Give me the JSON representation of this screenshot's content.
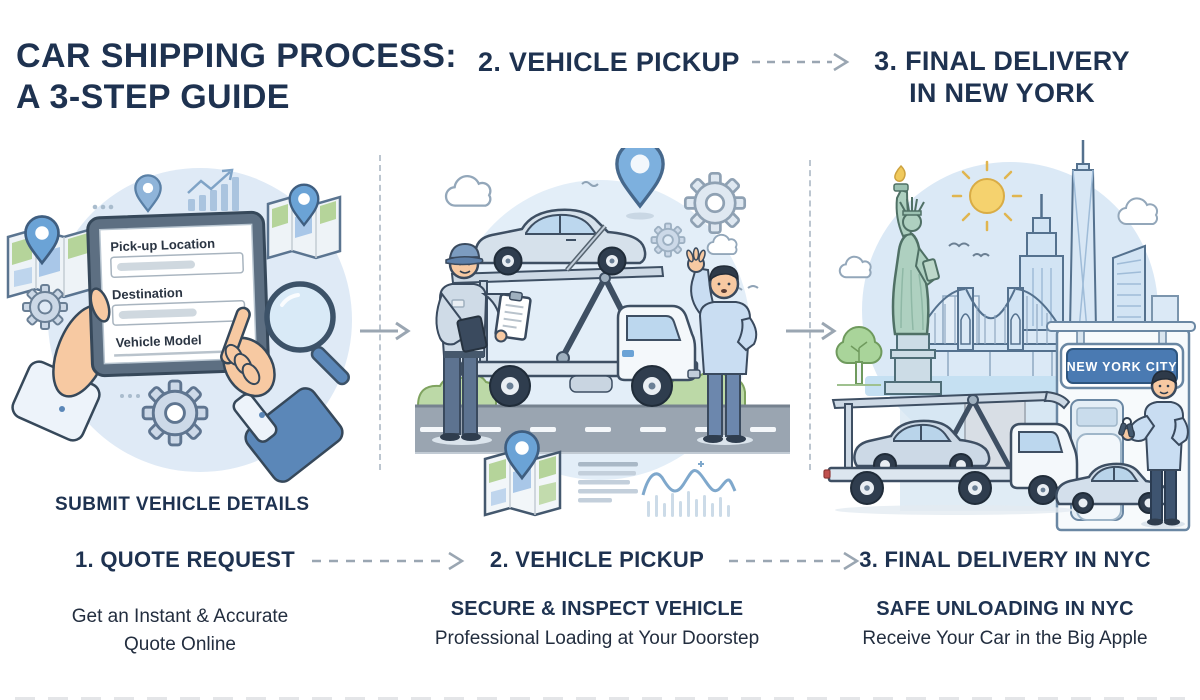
{
  "title": {
    "line1": "CAR SHIPPING PROCESS:",
    "line2": "A 3-STEP GUIDE"
  },
  "top": {
    "step2_header": "2. VEHICLE PICKUP",
    "step3_header_line1": "3. FINAL DELIVERY",
    "step3_header_line2": "IN NEW YORK"
  },
  "steps": {
    "step1": {
      "pretitle": "SUBMIT VEHICLE DETAILS",
      "label": "1. QUOTE REQUEST",
      "desc_line1": "Get an Instant & Accurate",
      "desc_line2": "Quote Online"
    },
    "step2": {
      "label": "2. VEHICLE PICKUP",
      "subtitle": "SECURE & INSPECT VEHICLE",
      "desc": "Professional Loading at Your Doorstep"
    },
    "step3": {
      "label": "3. FINAL DELIVERY IN NYC",
      "subtitle": "SAFE UNLOADING IN NYC",
      "desc": "Receive Your Car in the Big Apple"
    }
  },
  "illustrations": {
    "quote_form": {
      "field1": "Pick-up Location",
      "field2": "Destination",
      "field3": "Vehicle Model"
    },
    "nyc_sign": "NEW YORK CITY"
  },
  "colors": {
    "navy": "#1e3250",
    "body_text": "#232e3f",
    "arrow_gray": "#9aa6b2",
    "panel_bg": "#dfeaf6",
    "accent_blue": "#5b87b8",
    "sign_blue": "#4a7ab2",
    "statue_green": "#aed0c0",
    "sun_yellow": "#f5d26e",
    "road_gray": "#9aa5b1",
    "hedge_green": "#bcd9a7"
  }
}
